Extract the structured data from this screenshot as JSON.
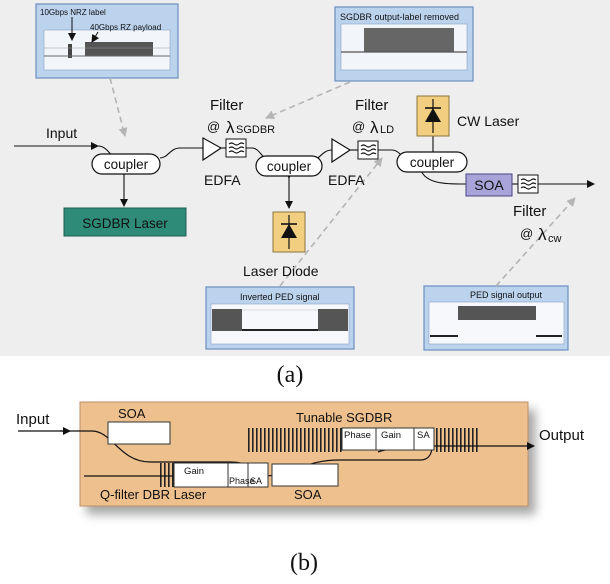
{
  "panel_a": {
    "caption": "(a)",
    "input_label": "Input",
    "couplers": [
      "coupler",
      "coupler",
      "coupler"
    ],
    "sgdbr_laser_label": "SGDBR Laser",
    "laser_diode_label": "Laser Diode",
    "cw_laser_label": "CW Laser",
    "edfa_labels": [
      "EDFA",
      "EDFA"
    ],
    "soa_label": "SOA",
    "filters": [
      {
        "word": "Filter",
        "at": "@",
        "lambda": "λ",
        "sub": "SGDBR"
      },
      {
        "word": "Filter",
        "at": "@",
        "lambda": "λ",
        "sub": "LD"
      },
      {
        "word": "Filter",
        "at": "@",
        "lambda": "λ",
        "sub": "cw"
      }
    ],
    "insets": {
      "input_spectrum": {
        "label_10g": "10Gbps NRZ label",
        "label_40g": "40Gbps RZ payload"
      },
      "sgdbr_output": {
        "title": "SGDBR output-label removed"
      },
      "inverted_ped": {
        "title": "Inverted PED signal"
      },
      "ped_output": {
        "title": "PED signal output"
      }
    }
  },
  "panel_b": {
    "caption": "(b)",
    "input_label": "Input",
    "output_label": "Output",
    "soa_top_label": "SOA",
    "soa_bottom_label": "SOA",
    "tunable_sgdbr_label": "Tunable SGDBR",
    "qfilter_label": "Q-filter DBR Laser",
    "section_labels": {
      "phase": "Phase",
      "gain": "Gain",
      "sa": "SA"
    }
  },
  "colors": {
    "panel_a_bg": "#eeeeee",
    "inset_bg": "#bcd3ee",
    "inset_border": "#6d8fbe",
    "sgdbr_laser_fill": "#2e8b77",
    "laser_diode_fill": "#f2cf80",
    "soa_fill": "#a8a3d8",
    "chip_fill": "#eec08e",
    "dashed_arrow": "#b4b4b4"
  }
}
